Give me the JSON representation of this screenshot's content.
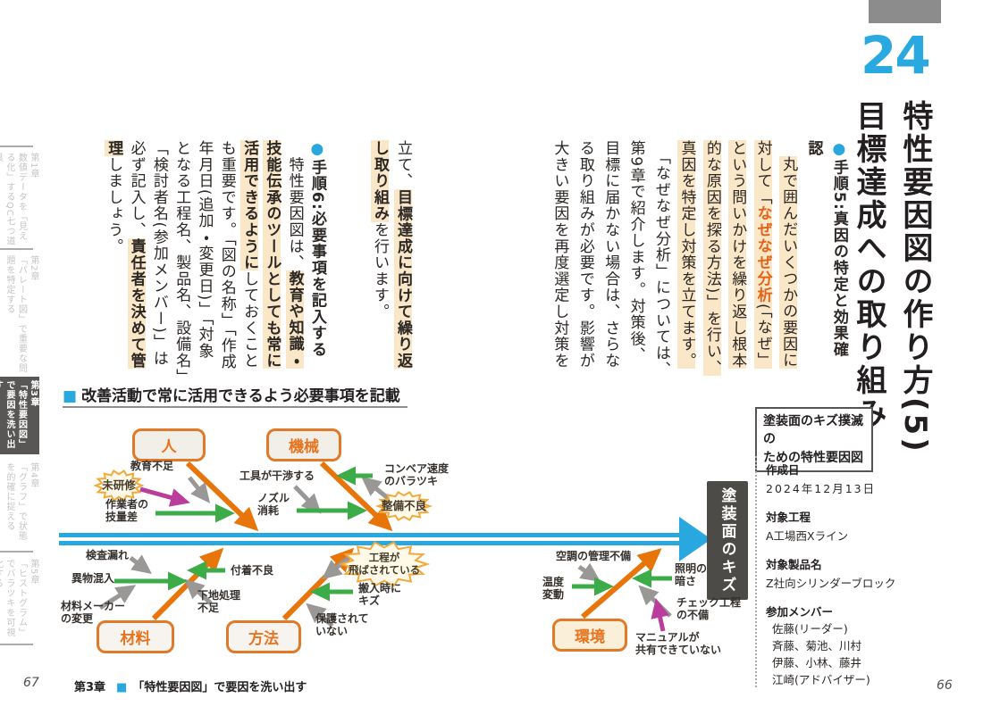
{
  "title": {
    "number": "24",
    "line1": "特性要因図の作り方(5)",
    "line2": "目標達成への取り組み"
  },
  "article": {
    "step5": {
      "bullet": "●",
      "heading1": "手順5:真因の特定と効果確",
      "heading2": "認",
      "l3_pre": "　",
      "l3_hl": "丸で囲んだいくつかの要因に",
      "l4_a": "対して「",
      "l4_b": "なぜなぜ分析",
      "l4_c": "(「なぜ」",
      "l5": "という問いかけを繰り返し根本",
      "l6": "的な原因を探る方法)」を行い、",
      "l7": "真因を特定し対策を立てます。",
      "l8": "　「なぜなぜ分析」については、",
      "l9": "第9章で紹介します。対策後、",
      "l10": "目標に届かない場合は、さらな",
      "l11": "る取り組みが必要です。影響が",
      "l12": "大きい要因を再度選定し対策を"
    },
    "cont": {
      "l1_pre": "立て、",
      "l1_hl": "目標達成に向けて繰り返",
      "l2_hl": "し取り組み",
      "l2_post": "を行います。"
    },
    "step6": {
      "bullet": "●",
      "heading": "手順6:必要事項を記入する",
      "l2_pre": "　特性要因図は、",
      "l2_hl": "教育や知識・",
      "l3_hl": "技能伝承のツールとしても常に",
      "l4_hl": "活用できるように",
      "l4_post": "しておくこと",
      "l5": "も重要です。「図の名称」「作成",
      "l6": "年月日(追加・変更日)」「対象",
      "l7": "となる工程名、製品名、設備名」",
      "l8": "「検討者名(参加メンバー)」は",
      "l9_pre": "必ず記入し、",
      "l9_hl": "責任者を決めて管",
      "l10_hl": "理",
      "l10_post": "しましょう。"
    }
  },
  "sidebar": {
    "tabs": [
      {
        "chapter": "第1章",
        "title": "数値データを「見える化」するQC七つ道具"
      },
      {
        "chapter": "第2章",
        "title": "「パレート図」で重要な問題を特定する"
      },
      {
        "chapter": "第3章",
        "title": "「特性要因図」で要因を洗い出す"
      },
      {
        "chapter": "第4章",
        "title": "「グラフ」で状態を的確に捉える"
      },
      {
        "chapter": "第5章",
        "title": "「ヒストグラム」でバラツキを可視化する"
      }
    ]
  },
  "diagram": {
    "header_marker": "■",
    "header": "改善活動で常に活用できるよう必要事項を記載",
    "effect": "塗装面のキズ",
    "category_person": "人",
    "category_machine": "機械",
    "category_material": "材料",
    "category_method": "方法",
    "category_environment": "環境",
    "causes": {
      "kyoiku_busoku": "教育不足",
      "mi_kenshu": "未研修",
      "sagyosha": "作業者の\n技量差",
      "kogu": "工具が干渉する",
      "nozuru": "ノズル\n消耗",
      "conveyor": "コンベア速度\nのバラツキ",
      "seibi_furyo": "整備不良",
      "kensa_more": "検査漏れ",
      "ibutsu": "異物混入",
      "maker_henko": "材料メーカー\nの変更",
      "fuchaku": "付着不良",
      "shitaji": "下地処理\n不足",
      "kotei_tobasare": "工程が\n飛ばされている",
      "hannyu": "搬入時に\nキズ",
      "hogo": "保護されて\nいない",
      "kucho": "空調の管理不備",
      "ondo": "温度\n変動",
      "shomei": "照明の\n暗さ",
      "check_kotei": "チェック工程\nの不備",
      "manual": "マニュアルが\n共有できていない"
    }
  },
  "info_panel": {
    "title_l1": "塗装面のキズ撲滅の",
    "title_l2": "ための特性要因図",
    "items": [
      {
        "label": "作成日",
        "values": [
          "2024年12月13日"
        ]
      },
      {
        "label": "対象工程",
        "values": [
          "A工場西Xライン"
        ]
      },
      {
        "label": "対象製品名",
        "values": [
          "Z社向シリンダーブロック"
        ]
      },
      {
        "label": "参加メンバー",
        "values": [
          "佐藤(リーダー)",
          "斉藤、菊池、川村",
          "伊藤、小林、藤井",
          "江崎(アドバイザー)"
        ]
      }
    ]
  },
  "footer": {
    "page_left": "67",
    "chapter": "第3章",
    "marker": "■",
    "title": "「特性要因図」で要因を洗い出す",
    "page_right": "66"
  },
  "colors": {
    "accent_blue": "#29a8df",
    "bone_orange": "#e8750a",
    "arrow_green": "#3bac47",
    "arrow_gray": "#9a9896",
    "arrow_magenta": "#bb3d9b",
    "highlight": "#fae7c8",
    "emphasis_orange": "#e0651a",
    "burst_yellow": "#f2a93b",
    "active_tab_bg": "#595755"
  }
}
